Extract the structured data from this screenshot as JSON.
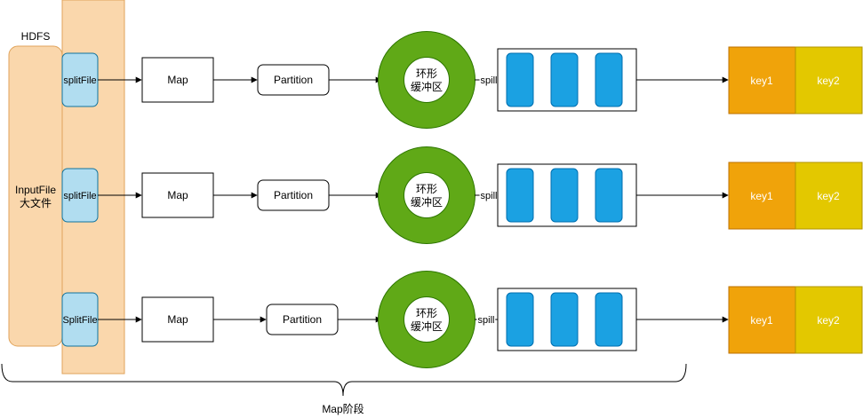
{
  "hdfs_label": "HDFS",
  "inputfile": {
    "line1": "InputFile",
    "line2": "大文件"
  },
  "rows": [
    {
      "split": "splitFile",
      "map": "Map",
      "partition": "Partition",
      "buffer_line1": "环形",
      "buffer_line2": "缓冲区",
      "spill": "spill",
      "key1": "key1",
      "key2": "key2"
    },
    {
      "split": "splitFile",
      "map": "Map",
      "partition": "Partition",
      "buffer_line1": "环形",
      "buffer_line2": "缓冲区",
      "spill": "spill",
      "key1": "key1",
      "key2": "key2"
    },
    {
      "split": "SplitFile",
      "map": "Map",
      "partition": "Partition",
      "buffer_line1": "环形",
      "buffer_line2": "缓冲区",
      "spill": "spill",
      "key1": "key1",
      "key2": "key2"
    }
  ],
  "phase_label": "Map阶段",
  "colors": {
    "hdfs_fill": "#fad7ac",
    "hdfs_stroke": "#e0a35b",
    "split_fill": "#b1ddf0",
    "split_stroke": "#10739e",
    "ring": "#60a917",
    "ring_stroke": "#2d7600",
    "file_block": "#1ba1e2",
    "file_block_stroke": "#006eaf",
    "key1_fill": "#f0a30a",
    "key1_stroke": "#bd7000",
    "key2_fill": "#e3c800",
    "key2_stroke": "#b09500"
  }
}
